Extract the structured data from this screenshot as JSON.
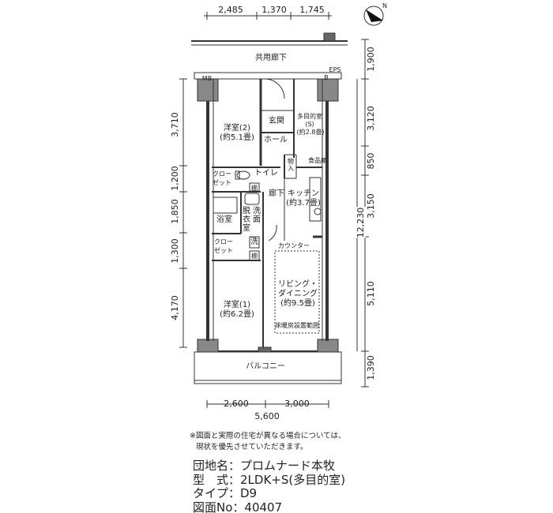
{
  "dimensions": {
    "top": [
      "2,485",
      "1,370",
      "1,745"
    ],
    "bottom": [
      "2,600",
      "3,000"
    ],
    "bottom_total": "5,600",
    "left": [
      "3,710",
      "1,200",
      "1,850",
      "1,300",
      "4,170"
    ],
    "right": [
      "1,900",
      "3,120",
      "850",
      "3,150",
      "5,110",
      "1,390"
    ],
    "right_total": "12,230"
  },
  "compass": {
    "label": "N"
  },
  "areas": {
    "corridor": "共用廊下",
    "mb": "MB",
    "eps": "EPS",
    "b": "B",
    "western2": {
      "name": "洋室(2)",
      "size": "(約5.1畳)"
    },
    "entrance": "玄関",
    "hall": "ホール",
    "multi": {
      "name": "多目的室",
      "sub": "(S)",
      "size": "(約2.8畳)"
    },
    "storage": "物入",
    "pantry": "食品庫",
    "closet1": {
      "l1": "クロー",
      "l2": "ゼット"
    },
    "toilet": "トイレ",
    "shelf1": "棚",
    "hallway": "廊下",
    "kitchen": {
      "name": "キッチン",
      "size": "(約3.7畳)"
    },
    "bath": "浴室",
    "dressing": "脱衣室",
    "washbasin": "洗面",
    "closet2": {
      "l1": "クロー",
      "l2": "ゼット"
    },
    "washer": "洗",
    "shelf2": "棚",
    "counter": "カウンター",
    "living": {
      "l1": "リビング・",
      "l2": "ダイニング",
      "size": "(約9.5畳)"
    },
    "floor_heating": "床暖房設置範囲",
    "western1": {
      "name": "洋室(1)",
      "size": "(約6.2畳)"
    },
    "balcony": "バルコニー"
  },
  "note": {
    "line1": "※図面と実際の住宅が異なる場合については、",
    "line2": "現状を優先させていただきます。"
  },
  "info": {
    "estate": "団地名：プロムナード本牧",
    "type": "型　式：2LDK+S(多目的室)",
    "subtype": "タイプ：D9",
    "drawing_no": "図面No：40407"
  }
}
